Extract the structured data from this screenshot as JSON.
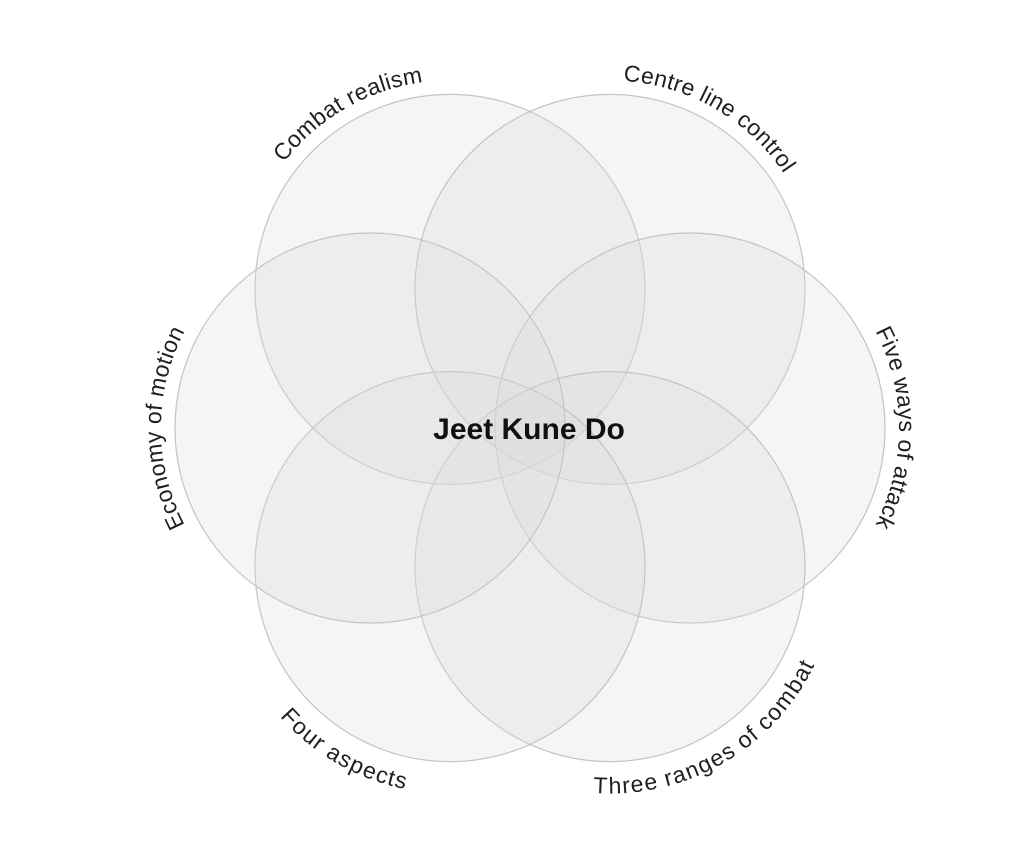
{
  "diagram": {
    "center_label": "Jeet Kune Do",
    "petals": [
      {
        "label": "Combat realism"
      },
      {
        "label": "Centre line control"
      },
      {
        "label": "Five ways of attack"
      },
      {
        "label": "Three ranges of combat"
      },
      {
        "label": "Four aspects"
      },
      {
        "label": "Economy of motion"
      }
    ],
    "colors": {
      "petal_fill": "#d9d9d9",
      "petal_stroke": "#c4c4c4",
      "text": "#1f1f1f"
    }
  }
}
